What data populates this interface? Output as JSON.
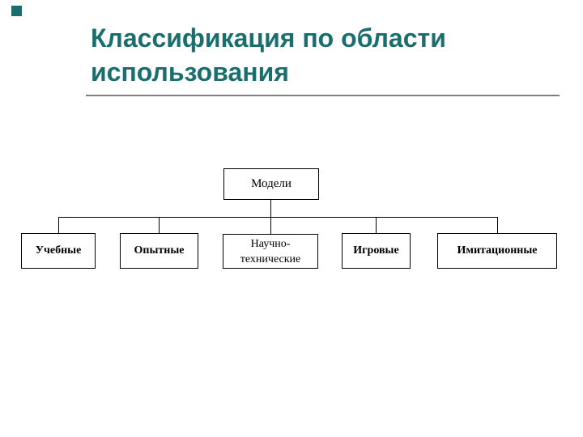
{
  "slide": {
    "background": "#ffffff",
    "decoration": {
      "color": "#1B6E6E"
    },
    "title": {
      "text": "Классификация по области использования",
      "lines": [
        "Классификация по области",
        "использования"
      ],
      "color": "#1B6E6E"
    },
    "underline": {
      "color": "#808080"
    }
  },
  "diagram": {
    "type": "tree",
    "line_color": "#000000",
    "box_border_color": "#000000",
    "box_fill": "#ffffff",
    "text_color": "#000000",
    "root": {
      "label": "Модели"
    },
    "children": [
      {
        "label": "Учебные"
      },
      {
        "label": "Опытные"
      },
      {
        "label": "Научно-технические"
      },
      {
        "label": "Игровые"
      },
      {
        "label": "Имитационные"
      }
    ]
  }
}
